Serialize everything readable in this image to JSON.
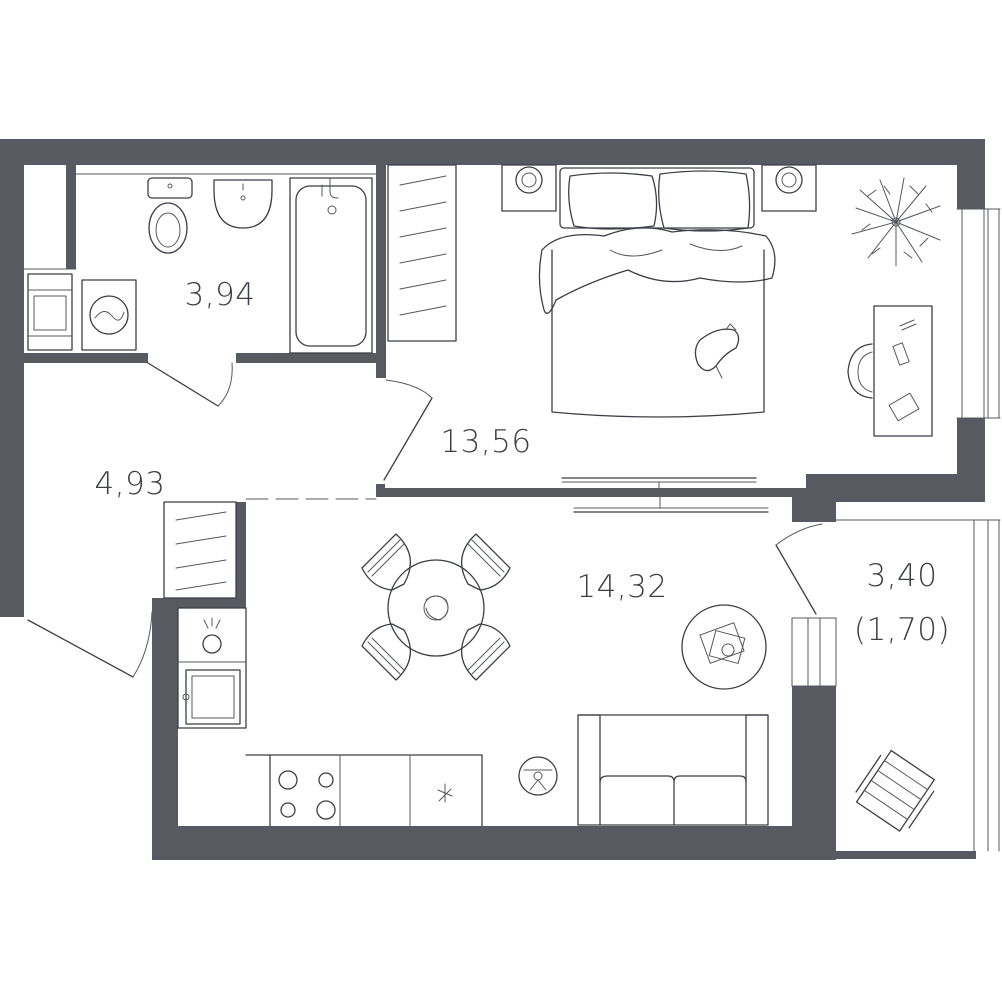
{
  "rooms": [
    {
      "id": "bathroom",
      "area": "3,94"
    },
    {
      "id": "hallway",
      "area": "4,93"
    },
    {
      "id": "bedroom",
      "area": "13,56"
    },
    {
      "id": "living-kitchen",
      "area": "14,32"
    },
    {
      "id": "balcony",
      "area": "3,40",
      "reduced_area": "(1,70)"
    }
  ],
  "colors": {
    "wall": "#575a61",
    "line": "#3c3f45",
    "background": "#ffffff"
  }
}
